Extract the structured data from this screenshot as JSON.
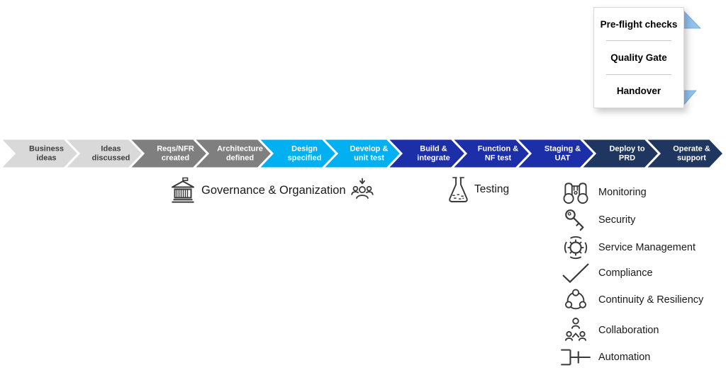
{
  "callout": {
    "items": [
      "Pre-flight checks",
      "Quality Gate",
      "Handover"
    ],
    "arrow_color": "#8FC3EC",
    "arrow_edge_color": "#6FA6D6"
  },
  "pipeline": {
    "stages": [
      {
        "id": "business-ideas",
        "label": "Business ideas",
        "line1": "Business",
        "line2": "ideas",
        "color": "#D9D9D9",
        "text_color": "#3F3F3F"
      },
      {
        "id": "ideas-discussed",
        "label": "Ideas discussed",
        "line1": "Ideas",
        "line2": "discussed",
        "color": "#D9D9D9",
        "text_color": "#3F3F3F"
      },
      {
        "id": "reqs-nfr-created",
        "label": "Reqs/NFR created",
        "line1": "Reqs/NFR",
        "line2": "created",
        "color": "#7F7F7F",
        "text_color": "#FFFFFF"
      },
      {
        "id": "architecture-defined",
        "label": "Architecture defined",
        "line1": "Architecture",
        "line2": "defined",
        "color": "#7F7F7F",
        "text_color": "#FFFFFF"
      },
      {
        "id": "design-specified",
        "label": "Design specified",
        "line1": "Design",
        "line2": "specified",
        "color": "#00B0F0",
        "text_color": "#FFFFFF"
      },
      {
        "id": "develop-unit-test",
        "label": "Develop & unit test",
        "line1": "Develop &",
        "line2": "unit test",
        "color": "#00B0F0",
        "text_color": "#FFFFFF"
      },
      {
        "id": "build-integrate",
        "label": "Build & integrate",
        "line1": "Build &",
        "line2": "integrate",
        "color": "#1C2FA8",
        "text_color": "#FFFFFF"
      },
      {
        "id": "function-nf-test",
        "label": "Function & NF test",
        "line1": "Function &",
        "line2": "NF test",
        "color": "#1C2FA8",
        "text_color": "#FFFFFF"
      },
      {
        "id": "staging-uat",
        "label": "Staging & UAT",
        "line1": "Staging &",
        "line2": "UAT",
        "color": "#1C2FA8",
        "text_color": "#FFFFFF"
      },
      {
        "id": "deploy-prd",
        "label": "Deploy to PRD",
        "line1": "Deploy to",
        "line2": "PRD",
        "color": "#1F3760",
        "text_color": "#FFFFFF"
      },
      {
        "id": "operate-support",
        "label": "Operate & support",
        "line1": "Operate &",
        "line2": "support",
        "color": "#1F3760",
        "text_color": "#FFFFFF"
      }
    ]
  },
  "annotations": {
    "governance": {
      "label": "Governance & Organization",
      "left_icon": "government-building-icon",
      "right_icon": "team-join-icon"
    },
    "testing": {
      "label": "Testing",
      "icon": "flask-icon"
    },
    "operations": [
      {
        "icon": "binoculars-icon",
        "label": "Monitoring"
      },
      {
        "icon": "key-icon",
        "label": "Security"
      },
      {
        "icon": "lifebuoy-icon",
        "label": "Service Management"
      },
      {
        "icon": "checkmark-icon",
        "label": "Compliance"
      },
      {
        "icon": "cycle-icon",
        "label": "Continuity & Resiliency"
      },
      {
        "icon": "org-chart-people-icon",
        "label": "Collaboration"
      },
      {
        "icon": "bracket-merge-icon",
        "label": "Automation"
      }
    ]
  }
}
